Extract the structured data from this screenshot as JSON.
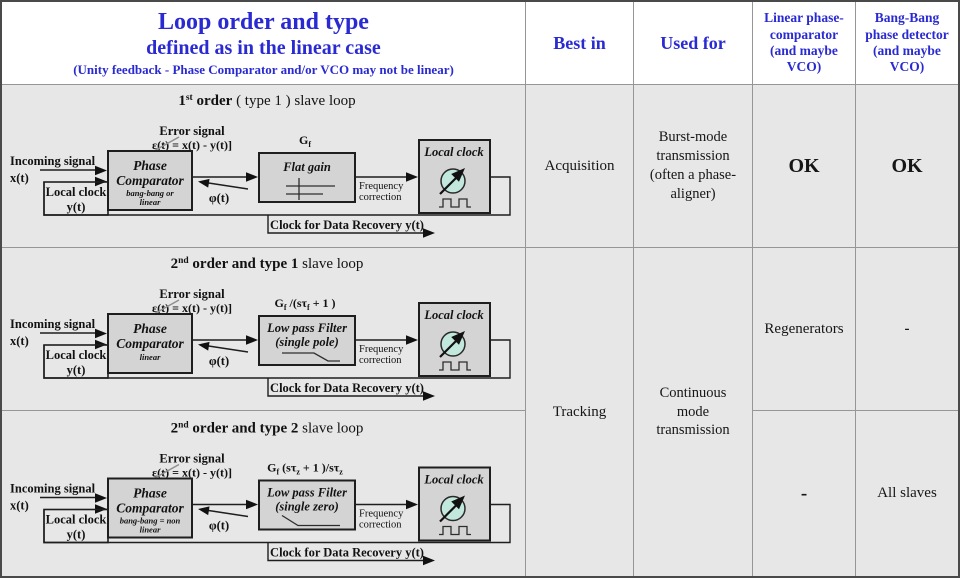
{
  "colors": {
    "header_text": "#2a2ad2",
    "body_bg": "#e7e7e7",
    "box_fill": "#d4d4d4",
    "box_border": "#1e1e1e",
    "clock_face": "#c2e8de"
  },
  "header": {
    "loop_col": {
      "line1": "Loop order and type",
      "line2": "defined as in the linear case",
      "line3": "(Unity feedback  - Phase Comparator and/or VCO may not be linear)"
    },
    "best_in": "Best in",
    "used_for": "Used for",
    "linear_pc": "Linear phase-\ncomparator\n(and maybe\nVCO)",
    "bang_bang": "Bang-Bang\nphase detector\n(and maybe\nVCO)"
  },
  "rows": [
    {
      "title": {
        "num": "1",
        "sup": "st",
        "bold_rest": " order",
        "rest": " ( type 1 ) slave loop"
      },
      "diagram": {
        "error_label": "Error signal",
        "error_formula": "ε(t) = x(t) - y(t)]",
        "incoming_label": "Incoming signal",
        "incoming_signal": "x(t)",
        "local_clock_label": "Local clock",
        "local_clock_signal": "y(t)",
        "comparator": {
          "line1": "Phase",
          "line2": "Comparator",
          "sub1": "bang-bang or",
          "sub2": "linear"
        },
        "phi_label": "φ(t)",
        "gain": {
          "p0": "G",
          "s0": "f",
          "p1": "",
          "s1": "",
          "p2": "",
          "s2": ""
        },
        "filter": {
          "name1": "Flat gain",
          "name2": ""
        },
        "freq_corr_line1": "Frequency",
        "freq_corr_line2": "correction",
        "vco_label": "Local clock",
        "recovery_label": "Clock for Data Recovery y(t)"
      },
      "best_in": "Acquisition",
      "used_for": "Burst-mode\ntransmission\n(often a phase-\naligner)",
      "linear_pc": "OK",
      "bang_bang": "OK"
    },
    {
      "title": {
        "num": "2",
        "sup": "nd",
        "bold_rest": " order and type 1",
        "rest": "  slave loop"
      },
      "diagram": {
        "error_label": "Error signal",
        "error_formula": "ε(t) = x(t) - y(t)]",
        "incoming_label": "Incoming signal",
        "incoming_signal": "x(t)",
        "local_clock_label": "Local clock",
        "local_clock_signal": "y(t)",
        "comparator": {
          "line1": "Phase",
          "line2": "Comparator",
          "sub1": "linear",
          "sub2": ""
        },
        "phi_label": "φ(t)",
        "gain": {
          "p0": "G",
          "s0": "f",
          "p1": " /(sτ",
          "s1": "f",
          "p2": " + 1 )",
          "s2": ""
        },
        "filter": {
          "name1": "Low pass Filter",
          "name2": "(single pole)"
        },
        "freq_corr_line1": "Frequency",
        "freq_corr_line2": "correction",
        "vco_label": "Local clock",
        "recovery_label": "Clock for Data Recovery y(t)"
      },
      "best_in": "Tracking",
      "used_for": "Continuous\nmode\ntransmission",
      "linear_pc": "Regenerators",
      "bang_bang": "-"
    },
    {
      "title": {
        "num": "2",
        "sup": "nd",
        "bold_rest": " order and type 2",
        "rest": "  slave loop"
      },
      "diagram": {
        "error_label": "Error signal",
        "error_formula": "ε(t) = x(t) - y(t)]",
        "incoming_label": "Incoming signal",
        "incoming_signal": "x(t)",
        "local_clock_label": "Local clock",
        "local_clock_signal": "y(t)",
        "comparator": {
          "line1": "Phase",
          "line2": "Comparator",
          "sub1": "bang-bang = non",
          "sub2": "linear"
        },
        "phi_label": "φ(t)",
        "gain": {
          "p0": "G",
          "s0": "f",
          "p1": " (sτ",
          "s1": "z",
          "p2": " + 1 )/sτ",
          "s2": "z"
        },
        "filter": {
          "name1": "Low pass Filter",
          "name2": "(single zero)"
        },
        "freq_corr_line1": "Frequency",
        "freq_corr_line2": "correction",
        "vco_label": "Local clock",
        "recovery_label": "Clock for Data Recovery y(t)"
      },
      "linear_pc": "-",
      "bang_bang": "All slaves"
    }
  ]
}
